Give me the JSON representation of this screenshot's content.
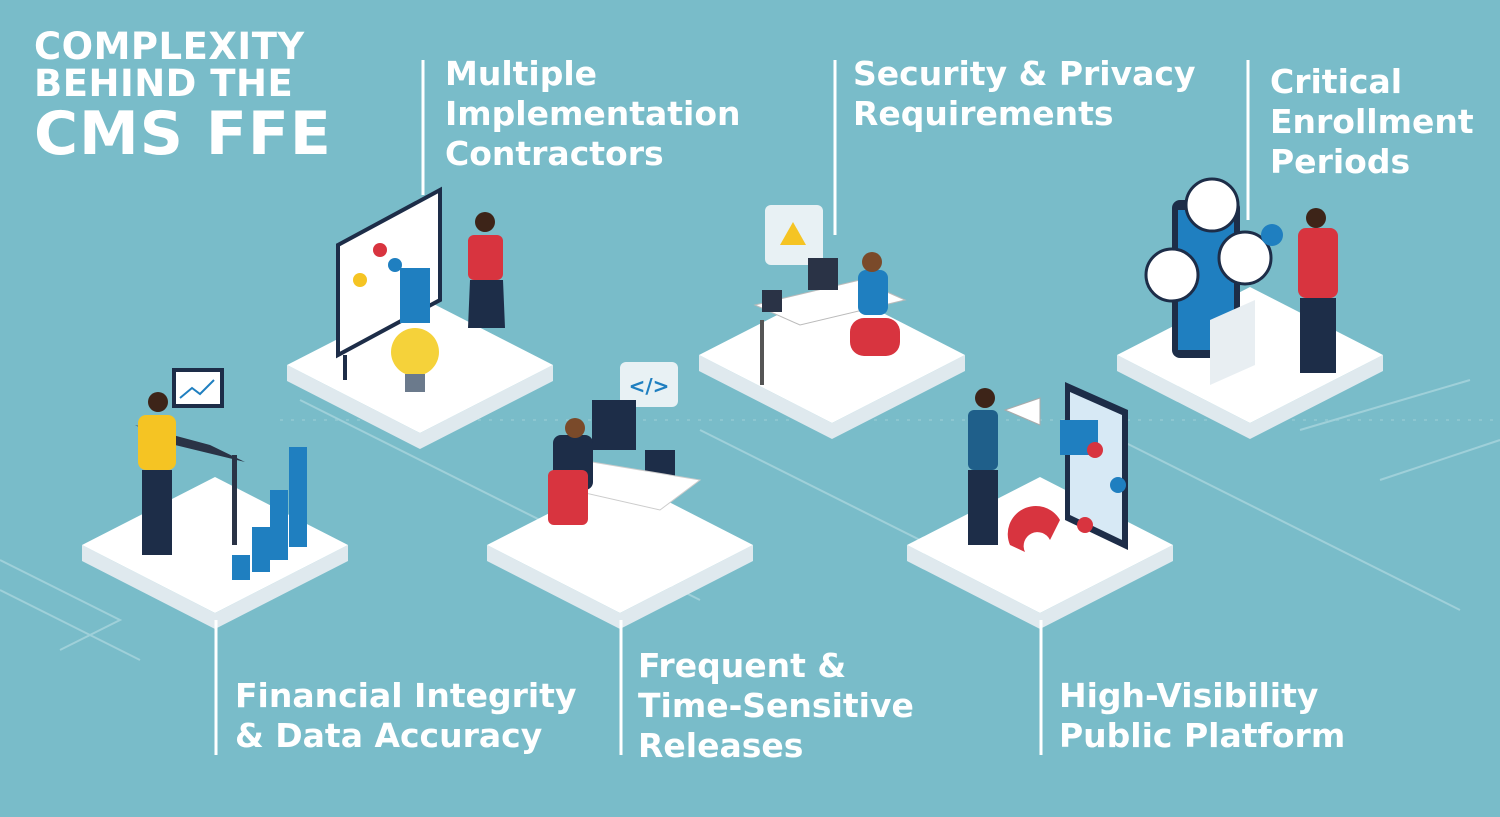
{
  "title": {
    "line1": "COMPLEXITY",
    "line2": "BEHIND THE",
    "line3": "CMS FFE"
  },
  "challenges": [
    {
      "id": "financial",
      "lines": [
        "Financial Integrity",
        "& Data Accuracy"
      ]
    },
    {
      "id": "contractors",
      "lines": [
        "Multiple",
        "Implementation",
        "Contractors"
      ]
    },
    {
      "id": "releases",
      "lines": [
        "Frequent &",
        "Time-Sensitive",
        "Releases"
      ]
    },
    {
      "id": "security",
      "lines": [
        "Security & Privacy",
        "Requirements"
      ]
    },
    {
      "id": "visibility",
      "lines": [
        "High-Visibility",
        "Public Platform"
      ]
    },
    {
      "id": "enrollment",
      "lines": [
        "Critical",
        "Enrollment",
        "Periods"
      ]
    }
  ],
  "colors": {
    "background": "#79bcc9",
    "platform": "#ffffff",
    "platform_side": "#dfe9ee",
    "accent_red": "#d8343f",
    "accent_blue": "#1f7fc0",
    "accent_yellow": "#f5c423",
    "navy": "#1d2d48"
  }
}
